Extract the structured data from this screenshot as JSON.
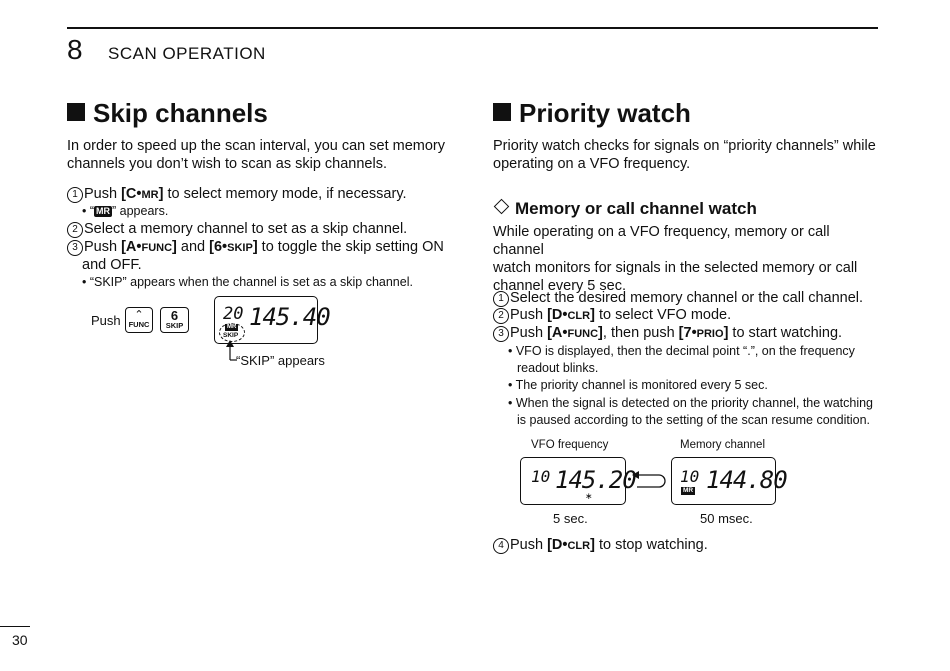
{
  "header": {
    "chapter_number": "8",
    "chapter_title": "SCAN OPERATION"
  },
  "left": {
    "title": "Skip channels",
    "intro_line1": "In order to speed up the scan interval, you can set memory",
    "intro_line2": "channels you don’t wish to scan as skip channels.",
    "step1": {
      "num": "1",
      "pre": "Push ",
      "key": "[C•",
      "key_sc": "MR",
      "key_end": "]",
      "post": " to select memory mode, if necessary."
    },
    "note1": {
      "pre": "• “",
      "badge": "MR",
      "post": "” appears."
    },
    "step2": {
      "num": "2",
      "text": "Select a memory channel to set as a skip channel."
    },
    "step3": {
      "num": "3",
      "pre": "Push ",
      "key1": "[A•",
      "key1_sc": "FUNC",
      "key1_end": "]",
      "mid": " and ",
      "key2": "[6•",
      "key2_sc": "SKIP",
      "key2_end": "]",
      "post": " to toggle the skip setting ON",
      "line2": "and OFF."
    },
    "note2": "• “SKIP” appears when the channel is set as a skip channel.",
    "figure": {
      "push_label": "Push",
      "func_key": "FUNC",
      "six_key": "6",
      "skip_key": "SKIP",
      "lcd_channel": "20",
      "lcd_freq": "145.40",
      "lcd_badge_mr": "MR",
      "lcd_badge_skip": "SKIP",
      "caption": "“SKIP” appears"
    }
  },
  "right": {
    "title": "Priority watch",
    "intro_line1": "Priority watch checks for signals on “priority channels” while",
    "intro_line2": "operating on a VFO frequency.",
    "subtitle": "Memory or call channel watch",
    "desc_line1": "While operating on a VFO frequency, memory or call channel",
    "desc_line2": "watch monitors for signals in the selected memory or call",
    "desc_line3": "channel every 5 sec.",
    "step1": {
      "num": "1",
      "text": "Select  the desired memory channel or the call channel."
    },
    "step2": {
      "num": "2",
      "pre": "Push ",
      "key": "[D•",
      "key_sc": "CLR",
      "key_end": "]",
      "post": " to select VFO mode."
    },
    "step3": {
      "num": "3",
      "pre": "Push ",
      "key1": "[A•",
      "key1_sc": "FUNC",
      "key1_end": "]",
      "mid": ", then push ",
      "key2": "[7•",
      "key2_sc": "PRIO",
      "key2_end": "]",
      "post": " to start watching."
    },
    "bullet1_line1": "• VFO is displayed, then the decimal point “.”, on the frequency",
    "bullet1_line2": "readout blinks.",
    "bullet2": "• The priority channel is monitored every 5 sec.",
    "bullet3_line1": "• When the signal is detected on the priority channel, the watching",
    "bullet3_line2": "is paused according to the setting of the scan resume condition.",
    "figure": {
      "vfo_label": "VFO frequency",
      "mem_label": "Memory channel",
      "vfo_channel": "10",
      "vfo_freq": "145.20",
      "mem_channel": "10",
      "mem_freq": "144.80",
      "mem_badge": "MR",
      "vfo_time": "5 sec.",
      "mem_time": "50 msec."
    },
    "step4": {
      "num": "4",
      "pre": "Push ",
      "key": "[D•",
      "key_sc": "CLR",
      "key_end": "]",
      "post": " to stop watching."
    }
  },
  "footer": {
    "page_number": "30"
  }
}
